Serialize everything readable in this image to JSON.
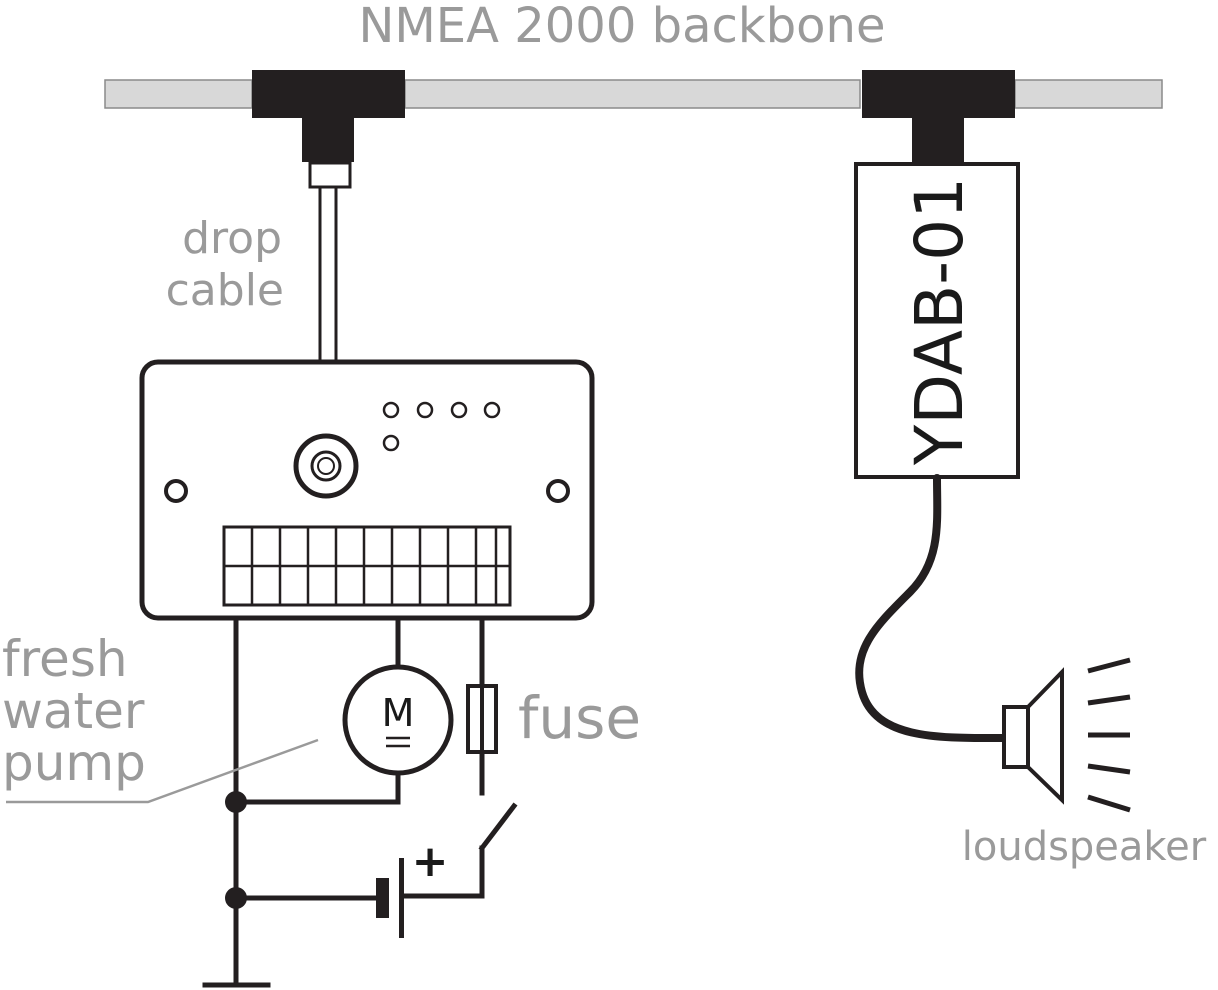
{
  "diagram": {
    "title": "NMEA 2000 backbone",
    "drop_cable": {
      "line1": "drop",
      "line2": "cable"
    },
    "pump": {
      "line1": "fresh",
      "line2": "water",
      "line3": "pump",
      "motor_symbol": "M"
    },
    "fuse": "fuse",
    "battery_plus": "+",
    "device": "YDAB-01",
    "loudspeaker": "loudspeaker"
  }
}
